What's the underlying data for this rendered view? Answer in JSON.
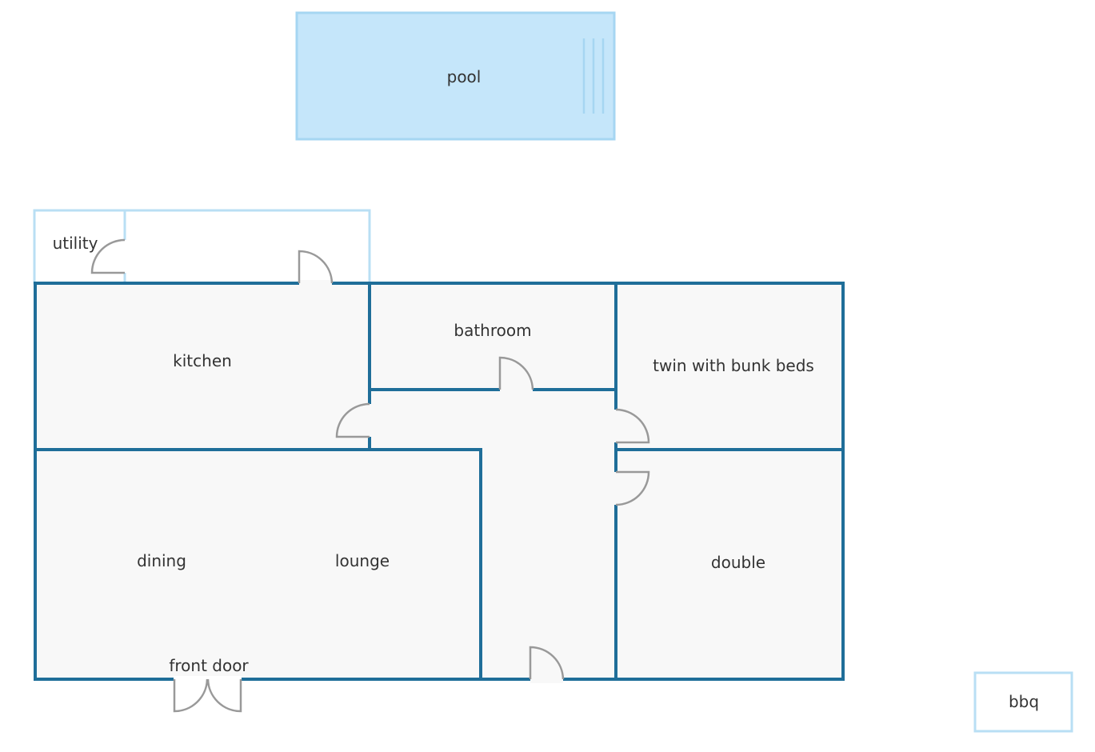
{
  "plan": {
    "colors": {
      "wall": "#1f6e99",
      "light_wall": "#b9dff4",
      "floor": "#f8f8f8",
      "pool_fill": "#c5e6fa",
      "pool_border": "#a6d6f2",
      "door": "#999999",
      "text": "#333333"
    },
    "labels": {
      "pool": "pool",
      "utility": "utility",
      "kitchen": "kitchen",
      "bathroom": "bathroom",
      "twin": "twin with bunk beds",
      "dining": "dining",
      "lounge": "lounge",
      "double": "double",
      "front_door": "front door",
      "bbq": "bbq"
    }
  }
}
